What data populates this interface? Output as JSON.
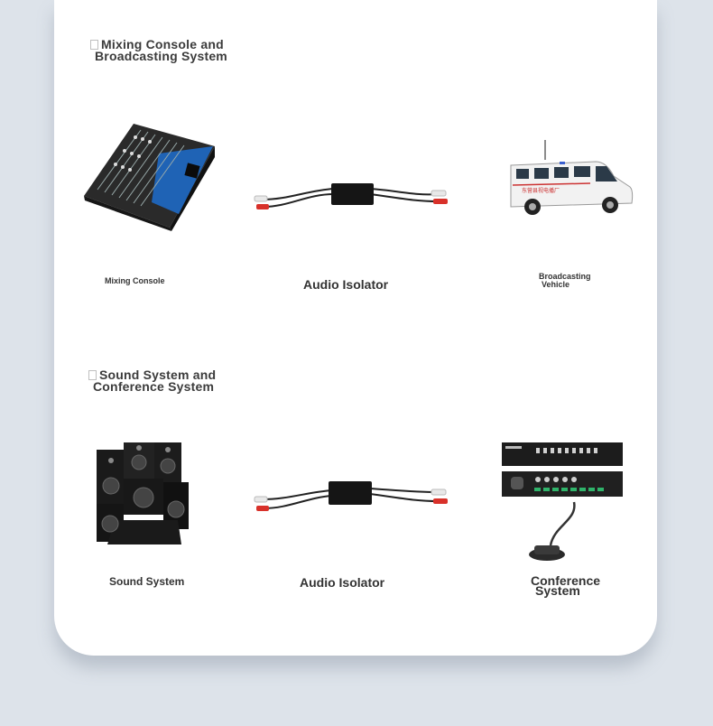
{
  "sections": [
    {
      "title_line1": "Mixing Console and",
      "title_line2": "Broadcasting System",
      "items": [
        {
          "label": "Mixing Console",
          "icon": "mixing-console-image"
        },
        {
          "label": "Audio Isolator",
          "icon": "audio-isolator-image"
        },
        {
          "label_line1": "Broadcasting",
          "label_line2": "Vehicle",
          "icon": "broadcast-van-image"
        }
      ]
    },
    {
      "title_line1": "Sound System and",
      "title_line2": "Conference System",
      "items": [
        {
          "label": "Sound System",
          "icon": "speaker-stack-image"
        },
        {
          "label": "Audio Isolator",
          "icon": "audio-isolator-image"
        },
        {
          "label_line1": "Conference",
          "label_line2": "System",
          "icon": "conference-system-image"
        }
      ]
    }
  ],
  "colors": {
    "background": "#dde3ea",
    "card": "#ffffff",
    "text": "#333333",
    "rca_red": "#d8312a",
    "mixer_blue": "#1f63b5"
  }
}
